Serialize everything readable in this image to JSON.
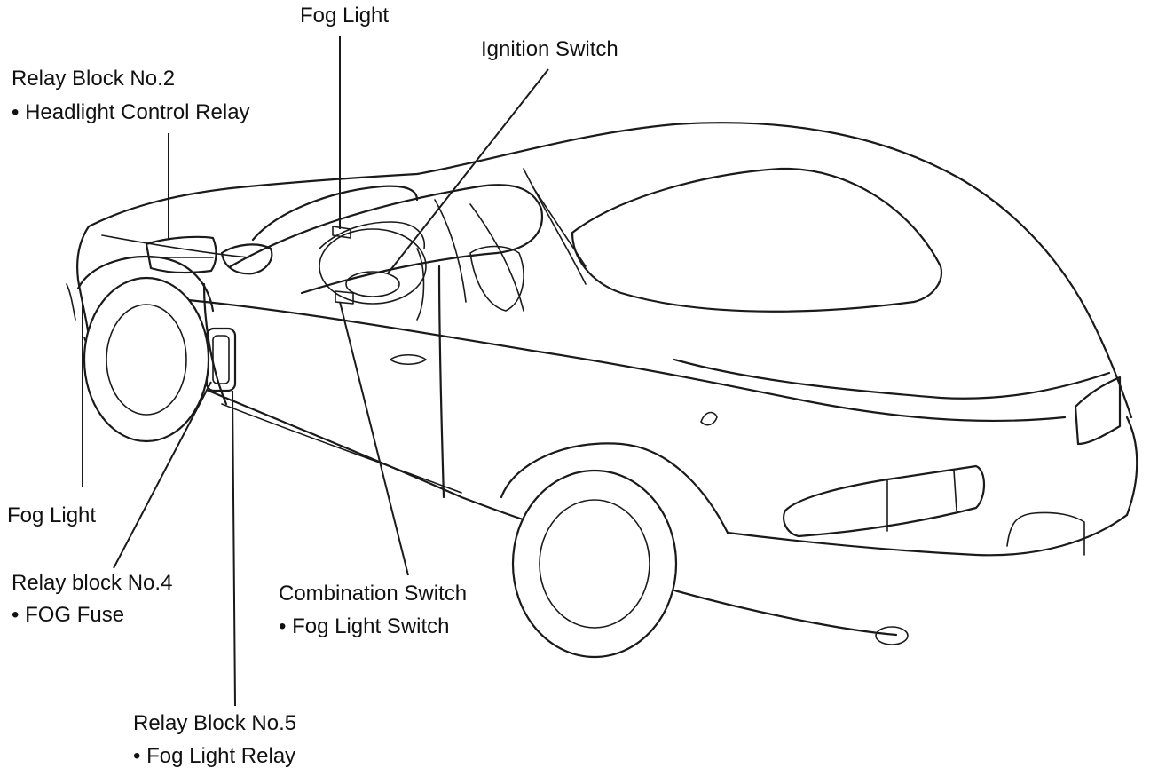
{
  "labels": {
    "fog_light_top": "Fog Light",
    "ignition_switch": "Ignition Switch",
    "relay_block_2_title": "Relay Block No.2",
    "relay_block_2_item": "• Headlight Control Relay",
    "fog_light_left": "Fog Light",
    "relay_block_4_title": "Relay block No.4",
    "relay_block_4_item": "• FOG Fuse",
    "combination_switch_title": "Combination Switch",
    "combination_switch_item": "• Fog Light Switch",
    "relay_block_5_title": "Relay Block No.5",
    "relay_block_5_item": "• Fog Light Relay"
  },
  "colors": {
    "ink": "#1a1a1a",
    "background": "#ffffff"
  }
}
